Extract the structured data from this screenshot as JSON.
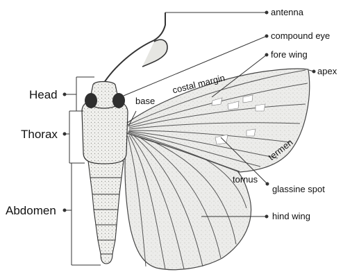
{
  "labels": {
    "antenna": "antenna",
    "compound_eye": "compound eye",
    "fore_wing": "fore wing",
    "apex": "apex",
    "costal_margin": "costal margin",
    "base": "base",
    "termen": "termen",
    "tornus": "tornus",
    "glassine_spot": "glassine spot",
    "hind_wing": "hind wing",
    "head": "Head",
    "thorax": "Thorax",
    "abdomen": "Abdomen"
  }
}
